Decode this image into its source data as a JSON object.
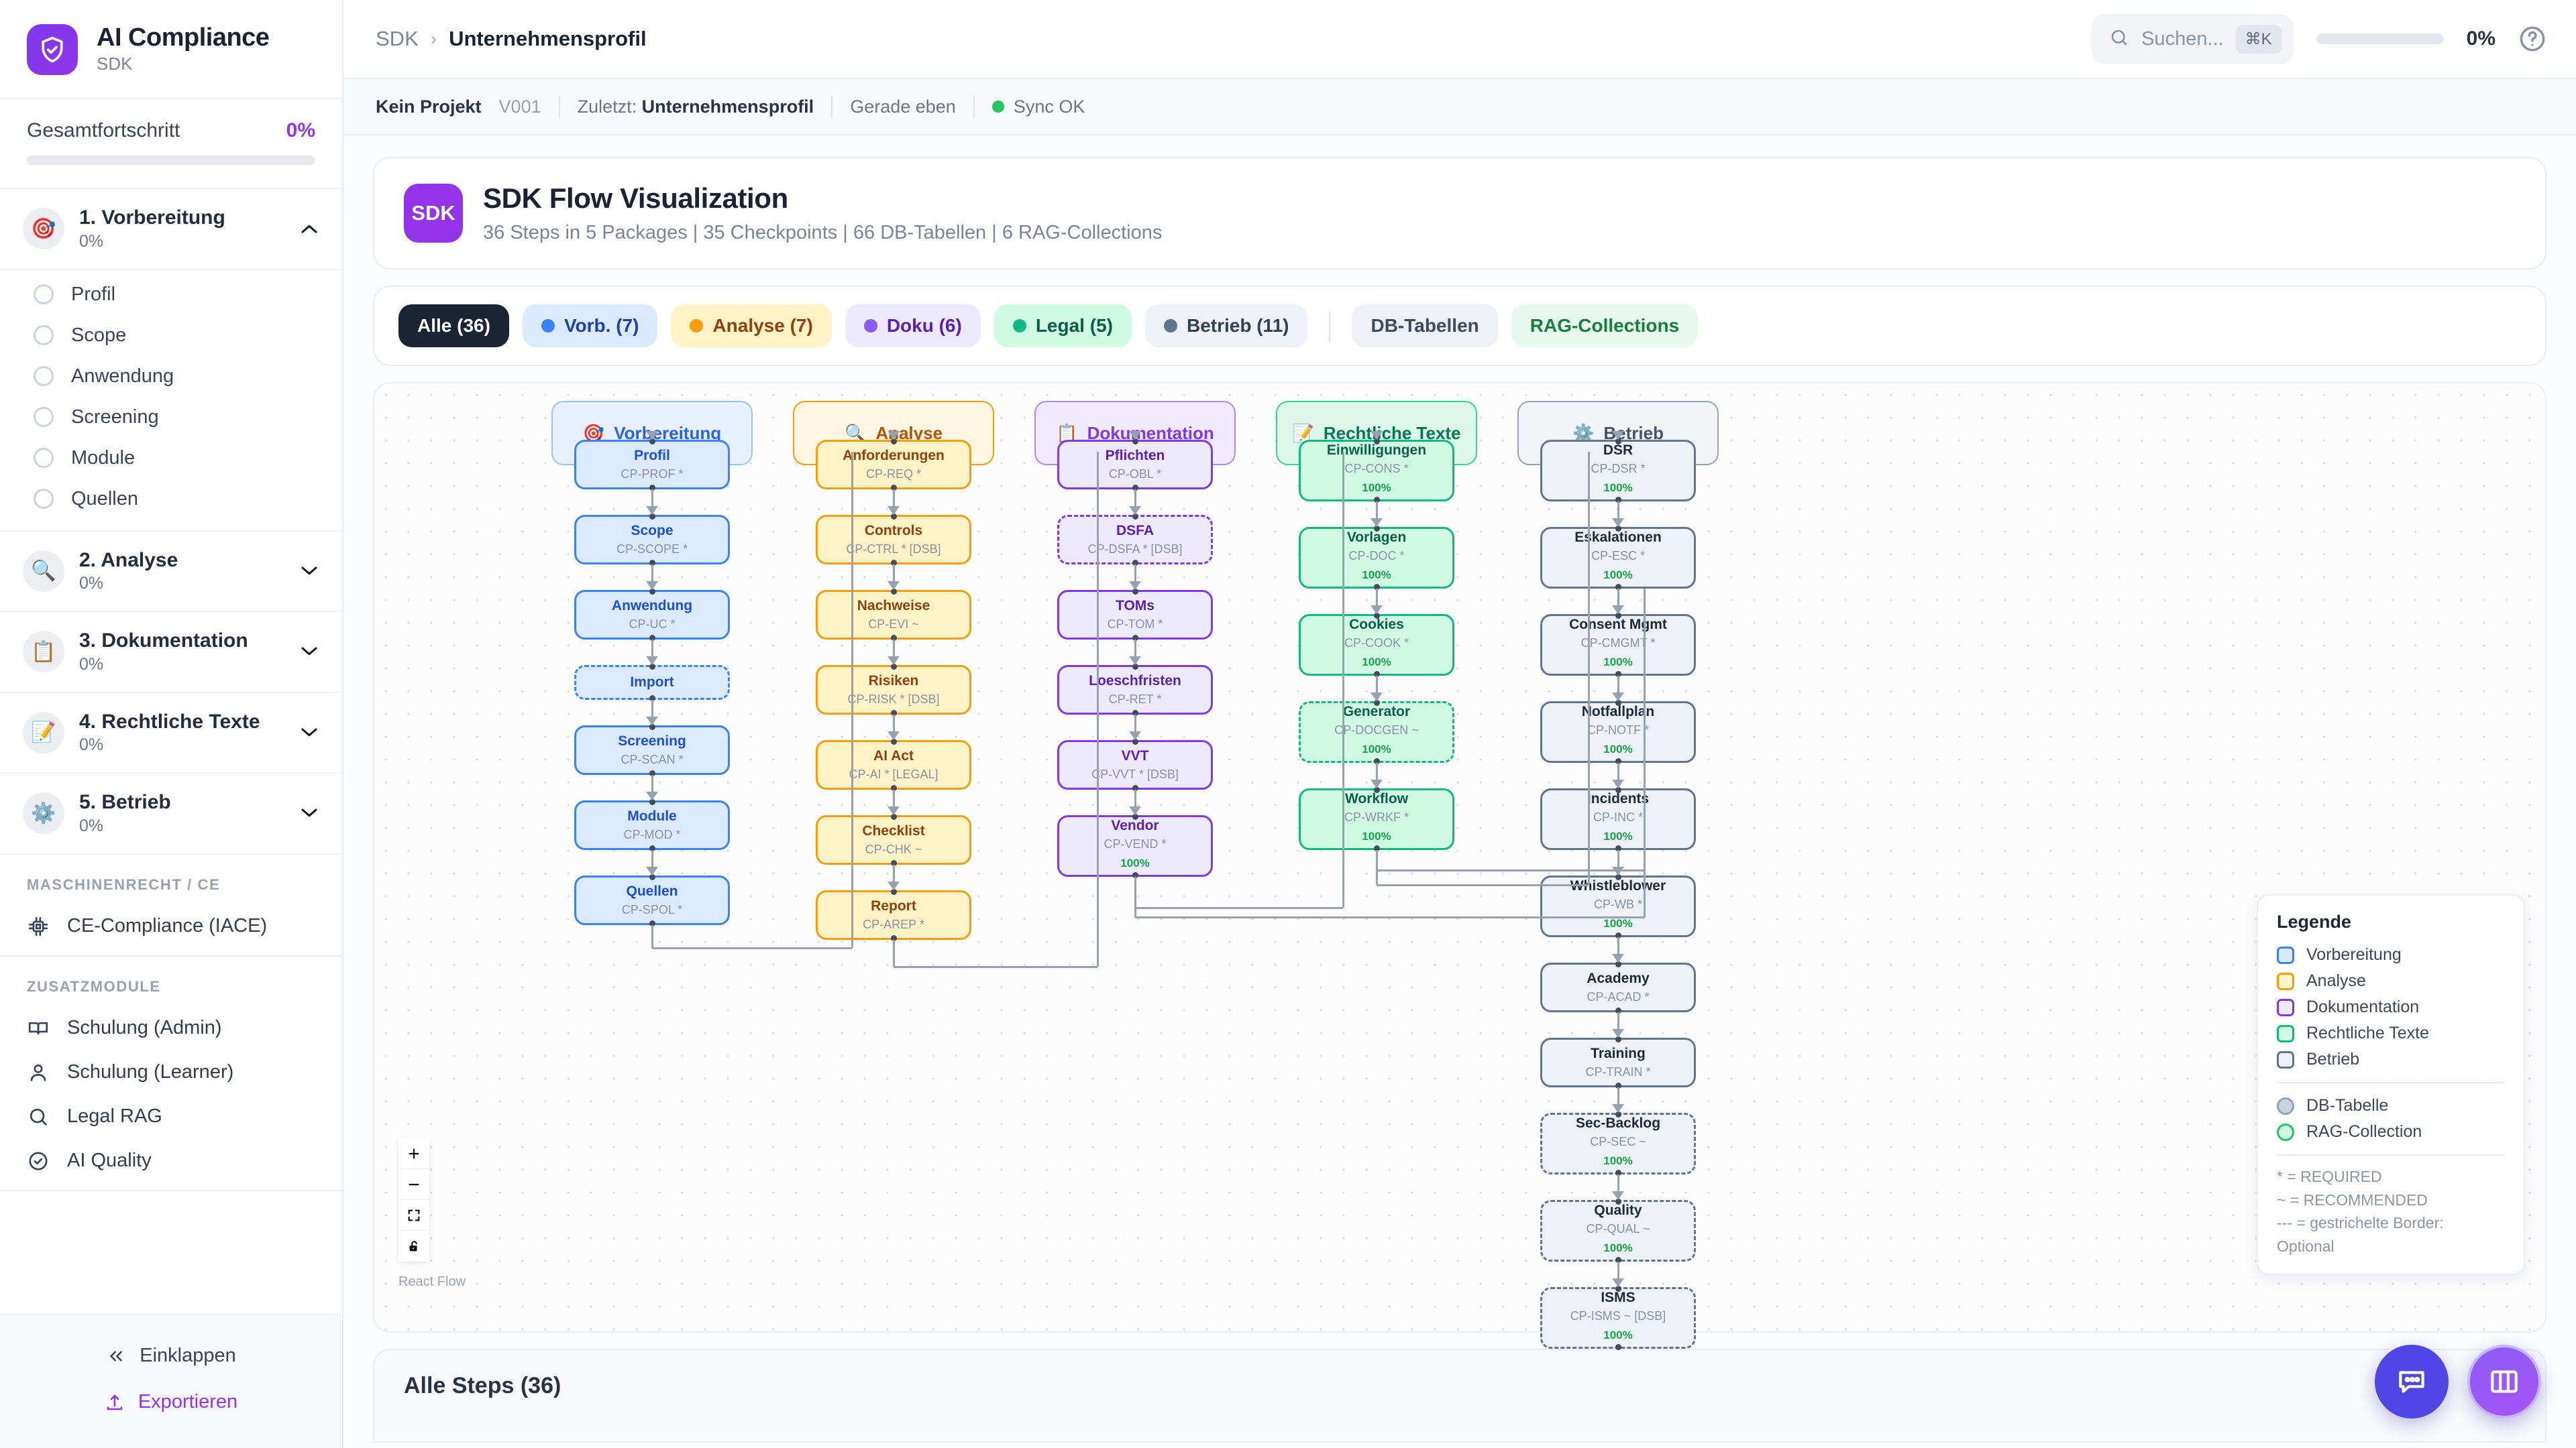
{
  "brand": {
    "title": "AI Compliance",
    "subtitle": "SDK",
    "logo_icon": "shield-check-icon",
    "accent": "#9333ea"
  },
  "overall": {
    "label": "Gesamtfortschritt",
    "value": "0%",
    "percent": 0
  },
  "phases": [
    {
      "name": "1. Vorbereitung",
      "pct": "0%",
      "icon": "🎯",
      "expanded": true,
      "items": [
        {
          "label": "Profil"
        },
        {
          "label": "Scope"
        },
        {
          "label": "Anwendung"
        },
        {
          "label": "Screening"
        },
        {
          "label": "Module"
        },
        {
          "label": "Quellen"
        }
      ]
    },
    {
      "name": "2. Analyse",
      "pct": "0%",
      "icon": "🔍",
      "expanded": false,
      "items": []
    },
    {
      "name": "3. Dokumentation",
      "pct": "0%",
      "icon": "📋",
      "expanded": false,
      "items": []
    },
    {
      "name": "4. Rechtliche Texte",
      "pct": "0%",
      "icon": "📝",
      "expanded": false,
      "items": []
    },
    {
      "name": "5. Betrieb",
      "pct": "0%",
      "icon": "⚙️",
      "expanded": false,
      "items": []
    }
  ],
  "sections": [
    {
      "heading": "MASCHINENRECHT / CE",
      "items": [
        {
          "label": "CE-Compliance (IACE)",
          "icon": "chip-icon"
        }
      ]
    },
    {
      "heading": "ZUSATZMODULE",
      "items": [
        {
          "label": "Schulung (Admin)",
          "icon": "book-icon"
        },
        {
          "label": "Schulung (Learner)",
          "icon": "user-icon"
        },
        {
          "label": "Legal RAG",
          "icon": "search-icon"
        },
        {
          "label": "AI Quality",
          "icon": "check-circle-icon"
        }
      ]
    }
  ],
  "sidebar_footer": {
    "collapse": "Einklappen",
    "export": "Exportieren"
  },
  "topbar": {
    "breadcrumb_root": "SDK",
    "breadcrumb_sep": "›",
    "breadcrumb_current": "Unternehmensprofil",
    "search_placeholder": "Suchen...",
    "search_shortcut": "⌘K",
    "progress_pct": "0%",
    "help_icon": "help-circle-icon"
  },
  "metabar": {
    "project": "Kein Projekt",
    "version": "V001",
    "last_label": "Zuletzt:",
    "last_value": "Unternehmensprofil",
    "time": "Gerade eben",
    "sync": "Sync OK",
    "sync_color": "#22c55e"
  },
  "flow_header": {
    "badge": "SDK",
    "title": "SDK Flow Visualization",
    "subtitle": "36 Steps in 5 Packages | 35 Checkpoints | 66 DB-Tabellen | 6 RAG-Collections"
  },
  "chips": [
    {
      "label": "Alle (36)",
      "dot": null,
      "bg": "#1c2433",
      "fg": "#ffffff",
      "active": true
    },
    {
      "label": "Vorb. (7)",
      "dot": "#3b82f6",
      "bg": "#dbeafe",
      "fg": "#1e40af"
    },
    {
      "label": "Analyse (7)",
      "dot": "#f59e0b",
      "bg": "#fef3c7",
      "fg": "#92400e"
    },
    {
      "label": "Doku (6)",
      "dot": "#8b5cf6",
      "bg": "#ede9fe",
      "fg": "#5b21b6"
    },
    {
      "label": "Legal (5)",
      "dot": "#10b981",
      "bg": "#d1fae5",
      "fg": "#065f46"
    },
    {
      "label": "Betrieb (11)",
      "dot": "#64748b",
      "bg": "#eef1f5",
      "fg": "#334155"
    },
    {
      "separator": true
    },
    {
      "label": "DB-Tabellen",
      "dot": null,
      "bg": "#eef1f6",
      "fg": "#3f4a5c"
    },
    {
      "label": "RAG-Collections",
      "dot": null,
      "bg": "#e8f8ee",
      "fg": "#15803d"
    }
  ],
  "flow": {
    "groups": [
      {
        "label": "Vorbereitung",
        "icon": "🎯",
        "bg": "#e8f0fe",
        "border": "#93c5fd",
        "fg": "#2563eb"
      },
      {
        "label": "Analyse",
        "icon": "🔍",
        "bg": "#fef6e0",
        "border": "#f59e0b",
        "fg": "#b45309"
      },
      {
        "label": "Dokumentation",
        "icon": "📋",
        "bg": "#f1e9fd",
        "border": "#a78bfa",
        "fg": "#7c3aed"
      },
      {
        "label": "Rechtliche Texte",
        "icon": "📝",
        "bg": "#ddf7ea",
        "border": "#34d399",
        "fg": "#047857"
      },
      {
        "label": "Betrieb",
        "icon": "⚙️",
        "bg": "#f2f4f7",
        "border": "#94a3b8",
        "fg": "#475569"
      }
    ],
    "columns": [
      {
        "key": "vorbereitung",
        "bg": "#dbeafe",
        "border": "#3b82f6",
        "fg": "#1d4ed8",
        "nodes": [
          {
            "name": "Profil",
            "cp": "CP-PROF *"
          },
          {
            "name": "Scope",
            "cp": "CP-SCOPE *"
          },
          {
            "name": "Anwendung",
            "cp": "CP-UC *"
          },
          {
            "name": "Import",
            "cp": "",
            "dashed": true
          },
          {
            "name": "Screening",
            "cp": "CP-SCAN *"
          },
          {
            "name": "Module",
            "cp": "CP-MOD *"
          },
          {
            "name": "Quellen",
            "cp": "CP-SPOL *"
          }
        ]
      },
      {
        "key": "analyse",
        "bg": "#fef3c7",
        "border": "#f59e0b",
        "fg": "#92400e",
        "nodes": [
          {
            "name": "Anforderungen",
            "cp": "CP-REQ *"
          },
          {
            "name": "Controls",
            "cp": "CP-CTRL * [DSB]"
          },
          {
            "name": "Nachweise",
            "cp": "CP-EVI ~"
          },
          {
            "name": "Risiken",
            "cp": "CP-RISK * [DSB]"
          },
          {
            "name": "AI Act",
            "cp": "CP-AI * [LEGAL]"
          },
          {
            "name": "Checklist",
            "cp": "CP-CHK ~"
          },
          {
            "name": "Report",
            "cp": "CP-AREP *"
          }
        ]
      },
      {
        "key": "dokumentation",
        "bg": "#ede9fe",
        "border": "#7c3aed",
        "fg": "#5b21b6",
        "nodes": [
          {
            "name": "Pflichten",
            "cp": "CP-OBL *"
          },
          {
            "name": "DSFA",
            "cp": "CP-DSFA * [DSB]",
            "dashed": true
          },
          {
            "name": "TOMs",
            "cp": "CP-TOM *"
          },
          {
            "name": "Loeschfristen",
            "cp": "CP-RET *"
          },
          {
            "name": "VVT",
            "cp": "CP-VVT * [DSB]"
          },
          {
            "name": "Vendor",
            "cp": "CP-VEND *",
            "pct": "100%"
          }
        ]
      },
      {
        "key": "legal",
        "bg": "#d1fae5",
        "border": "#10b981",
        "fg": "#065f46",
        "nodes": [
          {
            "name": "Einwilligungen",
            "cp": "CP-CONS *",
            "pct": "100%"
          },
          {
            "name": "Vorlagen",
            "cp": "CP-DOC *",
            "pct": "100%"
          },
          {
            "name": "Cookies",
            "cp": "CP-COOK *",
            "pct": "100%"
          },
          {
            "name": "Generator",
            "cp": "CP-DOCGEN ~",
            "pct": "100%",
            "dashed": true
          },
          {
            "name": "Workflow",
            "cp": "CP-WRKF *",
            "pct": "100%"
          }
        ]
      },
      {
        "key": "betrieb",
        "bg": "#eef1f5",
        "border": "#64748b",
        "fg": "#1f2937",
        "nodes": [
          {
            "name": "DSR",
            "cp": "CP-DSR *",
            "pct": "100%"
          },
          {
            "name": "Eskalationen",
            "cp": "CP-ESC *",
            "pct": "100%"
          },
          {
            "name": "Consent Mgmt",
            "cp": "CP-CMGMT *",
            "pct": "100%"
          },
          {
            "name": "Notfallplan",
            "cp": "CP-NOTF *",
            "pct": "100%"
          },
          {
            "name": "Incidents",
            "cp": "CP-INC *",
            "pct": "100%"
          },
          {
            "name": "Whistleblower",
            "cp": "CP-WB *",
            "pct": "100%"
          },
          {
            "name": "Academy",
            "cp": "CP-ACAD *"
          },
          {
            "name": "Training",
            "cp": "CP-TRAIN *"
          },
          {
            "name": "Sec-Backlog",
            "cp": "CP-SEC ~",
            "pct": "100%",
            "dashed": true
          },
          {
            "name": "Quality",
            "cp": "CP-QUAL ~",
            "pct": "100%",
            "dashed": true
          },
          {
            "name": "ISMS",
            "cp": "CP-ISMS ~ [DSB]",
            "pct": "100%",
            "dashed": true
          }
        ]
      }
    ],
    "legend": {
      "title": "Legende",
      "packages": [
        {
          "label": "Vorbereitung",
          "bg": "#dbeafe",
          "border": "#3b82f6"
        },
        {
          "label": "Analyse",
          "bg": "#fef3c7",
          "border": "#f59e0b"
        },
        {
          "label": "Dokumentation",
          "bg": "#ede9fe",
          "border": "#7c3aed"
        },
        {
          "label": "Rechtliche Texte",
          "bg": "#d1fae5",
          "border": "#10b981"
        },
        {
          "label": "Betrieb",
          "bg": "#eef1f5",
          "border": "#64748b"
        }
      ],
      "resources": [
        {
          "label": "DB-Tabelle",
          "bg": "#cbd5e1",
          "border": "#94a3b8"
        },
        {
          "label": "RAG-Collection",
          "bg": "#d1fae5",
          "border": "#22c55e"
        }
      ],
      "notes": [
        "* = REQUIRED",
        "~ = RECOMMENDED",
        "--- = gestrichelte Border: Optional"
      ]
    },
    "controls": [
      {
        "icon": "zoom-in-icon"
      },
      {
        "icon": "zoom-out-icon"
      },
      {
        "icon": "fit-view-icon"
      },
      {
        "icon": "lock-icon"
      }
    ],
    "attribution": "React Flow"
  },
  "steps_section": {
    "title": "Alle Steps (36)"
  },
  "fabs": [
    {
      "icon": "chat-icon",
      "name": "chat-assistant-button"
    },
    {
      "icon": "panel-icon",
      "name": "panel-toggle-button"
    }
  ]
}
